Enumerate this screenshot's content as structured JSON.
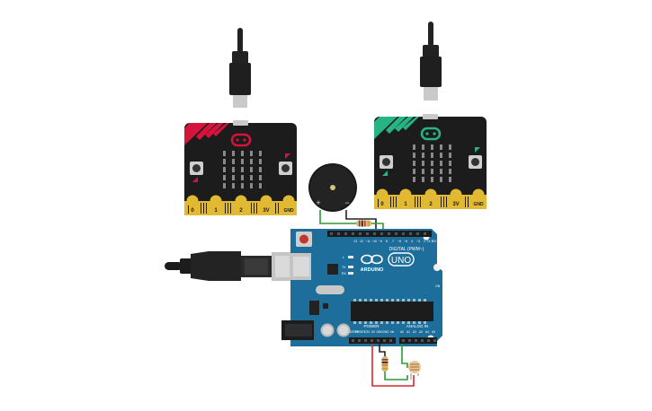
{
  "microbit_left": {
    "accent_color": "#d4143c",
    "pins": [
      "0",
      "1",
      "2",
      "3V",
      "GND"
    ]
  },
  "microbit_right": {
    "accent_color": "#27b485",
    "pins": [
      "0",
      "1",
      "2",
      "3V",
      "GND"
    ]
  },
  "arduino": {
    "board_color": "#1e6e9c",
    "brand": "ARDUINO",
    "model": "UNO",
    "digital_header_label": "DIGITAL (PWM~)",
    "power_header_label": "POWER",
    "analog_header_label": "ANALOG IN",
    "digital_pin_numbers": [
      "13",
      "12",
      "~11",
      "~10",
      "~9",
      "8",
      "7",
      "~6",
      "~5",
      "4",
      "~3",
      "2",
      "TX 1",
      "RX 0"
    ],
    "power_pin_labels": [
      "IOREF",
      "RESET",
      "3.3V",
      "5V",
      "GND",
      "GND",
      "Vin"
    ],
    "analog_pin_labels": [
      "A0",
      "A1",
      "A2",
      "A3",
      "A4",
      "A5"
    ],
    "led_labels": [
      "L",
      "TX",
      "RX",
      "ON"
    ]
  },
  "buzzer": {
    "plus_label": "+",
    "minus_label": "−"
  },
  "colors": {
    "board_black": "#1c1c1c",
    "gold": "#e2b933",
    "wire_green": "#2d9a38",
    "wire_red": "#d42a2a",
    "wire_black": "#222222"
  }
}
